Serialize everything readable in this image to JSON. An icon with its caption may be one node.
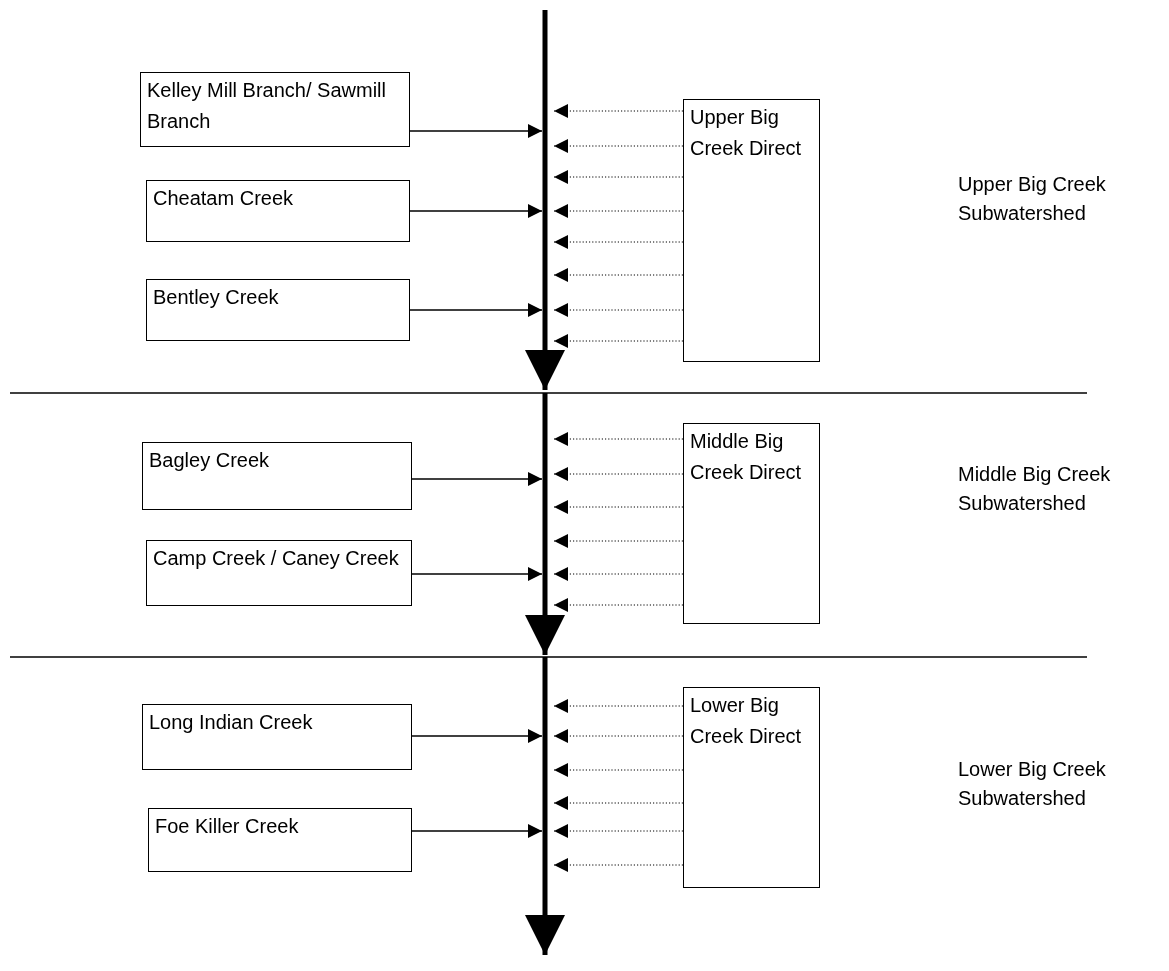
{
  "diagram": {
    "nodes": [
      {
        "text": [
          "Kelley Mill Branch/ Sawmill Branch"
        ]
      },
      {
        "text": [
          "Upper Big Creek Direct"
        ]
      },
      {
        "text": [
          "Cheatam Creek"
        ]
      },
      {
        "text": [
          "Bentley Creek"
        ]
      },
      {
        "text": [
          "Middle Big Creek Direct"
        ]
      },
      {
        "text": [
          "Bagley Creek"
        ]
      },
      {
        "text": [
          "Camp Creek / Caney Creek"
        ]
      },
      {
        "text": [
          "Lower Big Creek Direct"
        ]
      },
      {
        "text": [
          "Long Indian Creek"
        ]
      },
      {
        "text": [
          "Foe Killer Creek"
        ]
      }
    ],
    "edges": [
      {
        "from": 0,
        "to": null,
        "arrow": "to"
      },
      {
        "from": 1,
        "to": null,
        "arrow": "to",
        "style": "dashed"
      },
      {
        "from": 1,
        "to": null,
        "arrow": "to",
        "style": "dashed"
      },
      {
        "from": 1,
        "to": null,
        "arrow": "to",
        "style": "dashed"
      },
      {
        "from": 1,
        "to": null,
        "arrow": "to",
        "style": "dashed"
      },
      {
        "from": 1,
        "to": null,
        "arrow": "to",
        "style": "dashed"
      },
      {
        "from": 1,
        "to": null,
        "arrow": "to",
        "style": "dashed"
      },
      {
        "from": 1,
        "to": null,
        "arrow": "to",
        "style": "dashed"
      },
      {
        "from": 1,
        "to": null,
        "arrow": "to",
        "style": "dashed"
      },
      {
        "from": 2,
        "to": null,
        "arrow": "to"
      },
      {
        "from": 3,
        "to": null,
        "arrow": "to"
      },
      {
        "from": 4,
        "to": null,
        "arrow": "to",
        "style": "dashed"
      },
      {
        "from": 4,
        "to": null,
        "arrow": "to",
        "style": "dashed"
      },
      {
        "from": 4,
        "to": null,
        "arrow": "to",
        "style": "dashed"
      },
      {
        "from": 4,
        "to": null,
        "arrow": "to",
        "style": "dashed"
      },
      {
        "from": 4,
        "to": null,
        "arrow": "to",
        "style": "dashed"
      },
      {
        "from": 4,
        "to": null,
        "arrow": "to",
        "style": "dashed"
      },
      {
        "from": 5,
        "to": null,
        "arrow": "to"
      },
      {
        "from": 6,
        "to": null,
        "arrow": "to"
      },
      {
        "from": 7,
        "to": null,
        "arrow": "to",
        "style": "dashed"
      },
      {
        "from": 7,
        "to": null,
        "arrow": "to",
        "style": "dashed"
      },
      {
        "from": 7,
        "to": null,
        "arrow": "to",
        "style": "dashed"
      },
      {
        "from": 7,
        "to": null,
        "arrow": "to",
        "style": "dashed"
      },
      {
        "from": 7,
        "to": null,
        "arrow": "to",
        "style": "dashed"
      },
      {
        "from": 7,
        "to": null,
        "arrow": "to",
        "style": "dashed"
      },
      {
        "from": 8,
        "to": null,
        "arrow": "to"
      },
      {
        "from": 9,
        "to": null,
        "arrow": "to"
      }
    ],
    "labels": [
      "Upper Big Creek Subwatershed",
      "Middle Big Creek Subwatershed",
      "Lower Big Creek Subwatershed"
    ]
  }
}
